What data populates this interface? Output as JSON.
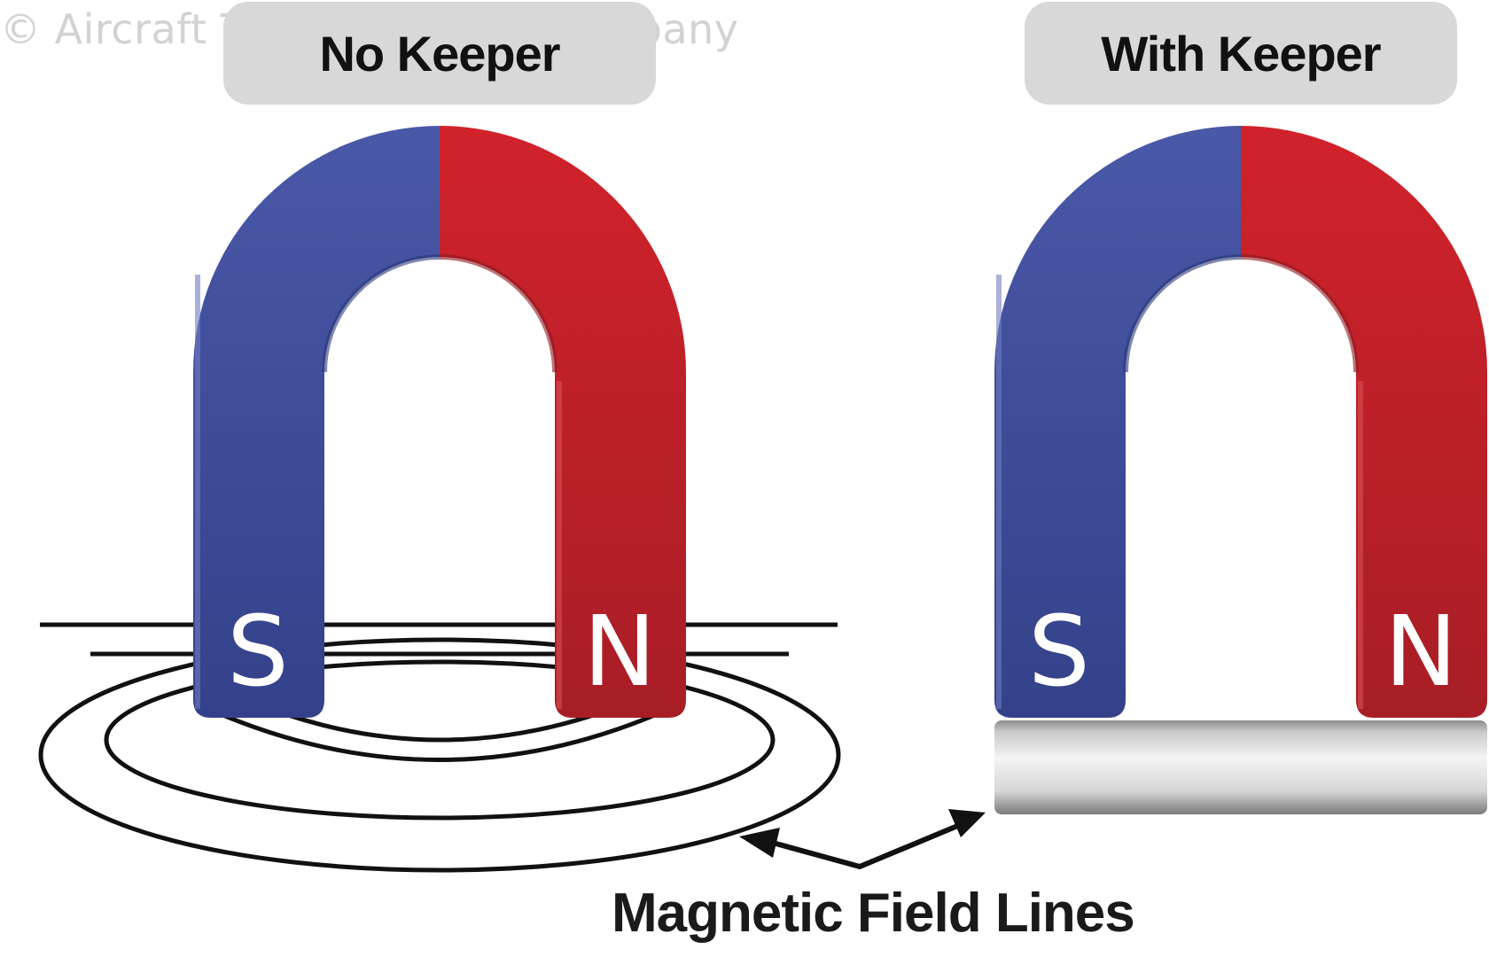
{
  "watermark": "© Aircraft Technical Book Company",
  "panels": [
    {
      "label": "No Keeper",
      "south": "S",
      "north": "N"
    },
    {
      "label": "With Keeper",
      "south": "S",
      "north": "N"
    }
  ],
  "caption": "Magnetic Field Lines",
  "colors": {
    "south_pole": "#4352a0",
    "north_pole": "#c91f2a",
    "label_bg": "#d8d8d8",
    "keeper": "#dcdcdc",
    "field_lines": "#111111"
  }
}
